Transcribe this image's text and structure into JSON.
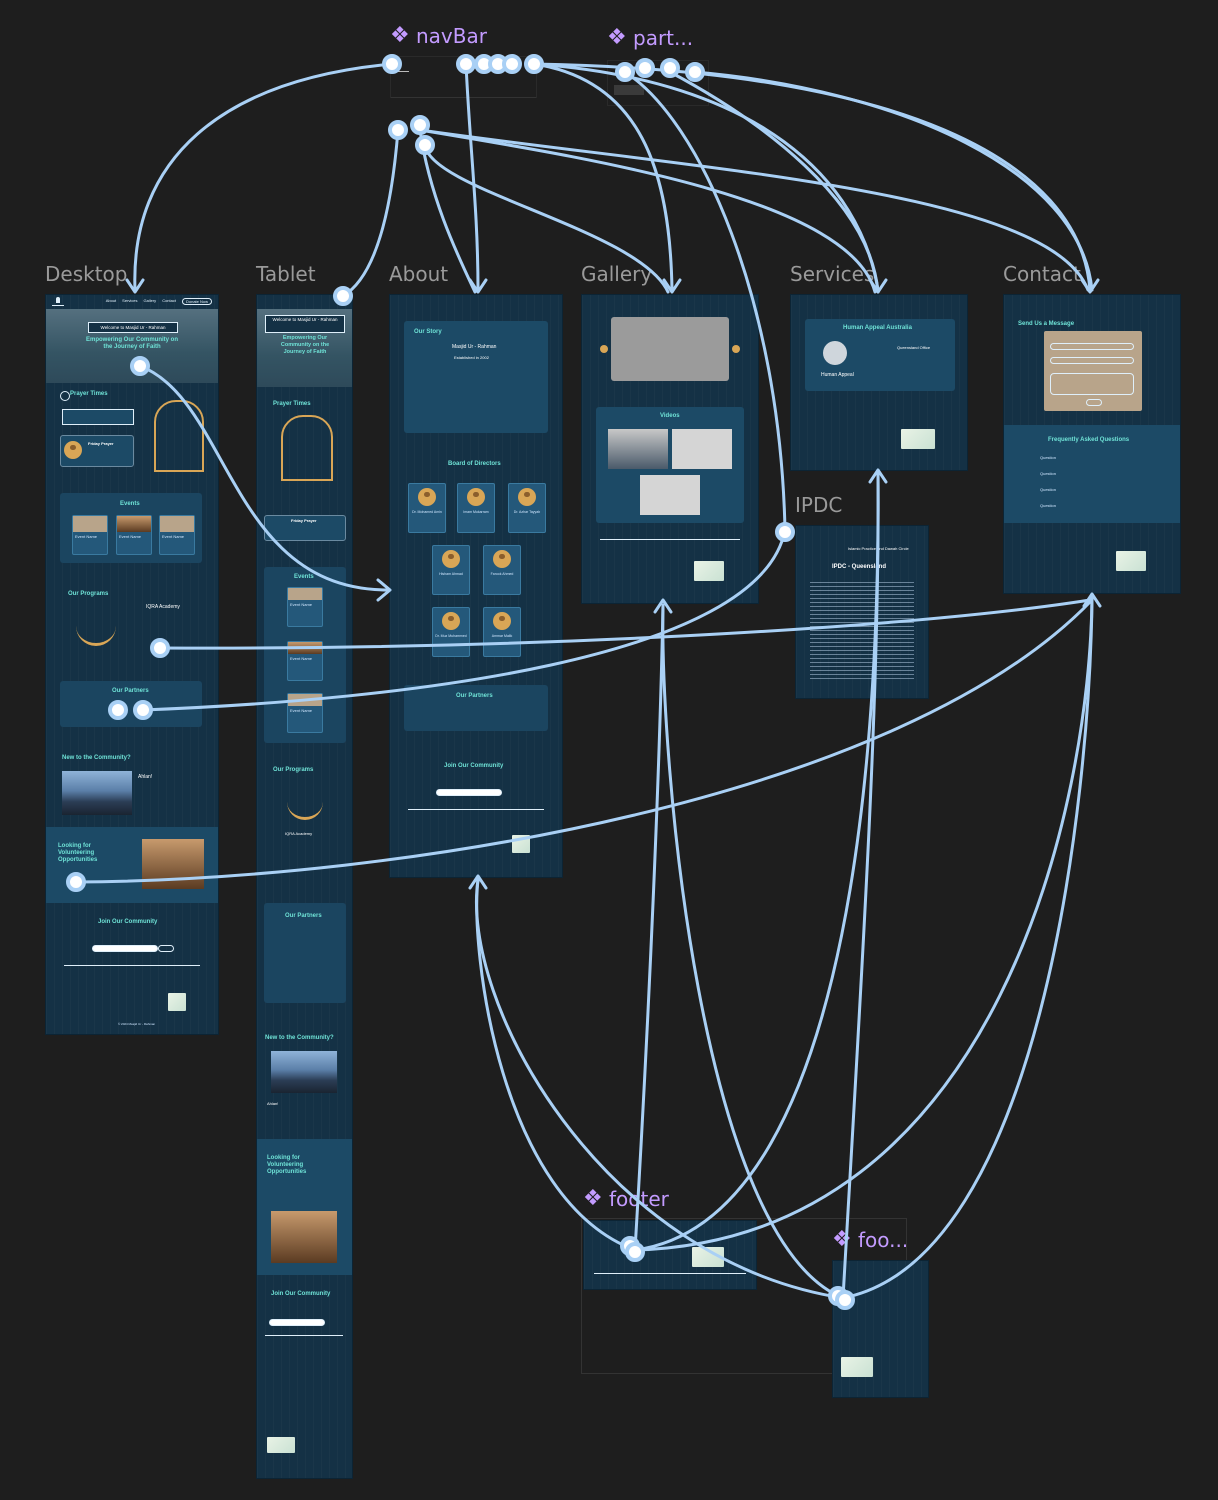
{
  "canvas": {
    "background": "#1e1e1e",
    "link_color": "#a9d0f5",
    "component_color": "#c39bff"
  },
  "frames": {
    "desktop": {
      "label": "Desktop"
    },
    "tablet": {
      "label": "Tablet"
    },
    "about": {
      "label": "About"
    },
    "gallery": {
      "label": "Gallery"
    },
    "services": {
      "label": "Services"
    },
    "contact": {
      "label": "Contact"
    },
    "ipdc": {
      "label": "IPDC"
    }
  },
  "components": {
    "navbar": {
      "label": "navBar"
    },
    "partners": {
      "label": "part..."
    },
    "footer": {
      "label": "footer"
    },
    "footer_mobile": {
      "label": "foo..."
    }
  },
  "desktop": {
    "nav_links": [
      "About",
      "Services",
      "Gallery",
      "Contact"
    ],
    "nav_button": "Donate Now",
    "hero_badge": "Welcome to Masjid Ur - Rahman",
    "hero_title": "Empowering Our Community on the Journey of Faith",
    "prayer_title": "Prayer Times",
    "friday_prayer": "Friday Prayer",
    "events_title": "Events",
    "event_name": "Event Name",
    "programs_title": "Our Programs",
    "iqra": "IQRA Academy",
    "partners_title": "Our Partners",
    "new_title": "New to the Community?",
    "ahlan": "Ahlan!",
    "volunteer_title": "Looking for Volunteering Opportunities",
    "join_title": "Join Our Community",
    "copyright": "© 2024 Masjid Ur - Rahman"
  },
  "tablet": {
    "hero_badge": "Welcome to Masjid Ur - Rahman",
    "hero_title": "Empowering Our Community on the Journey of Faith",
    "prayer_title": "Prayer Times",
    "friday_prayer": "Friday Prayer",
    "events_title": "Events",
    "event_name": "Event Name",
    "programs_title": "Our Programs",
    "iqra": "IQRA Academy",
    "partners_title": "Our Partners",
    "new_title": "New to the Community?",
    "ahlan": "Ahlan!",
    "volunteer_title": "Looking for Volunteering Opportunities",
    "join_title": "Join Our Community"
  },
  "about": {
    "story_title": "Our Story",
    "story_sub": "Masjid Ur - Rahman",
    "established": "Established in 2002",
    "board_title": "Board of Directors",
    "directors": [
      "Dr. Mohamed Amin",
      "Imam Mukarram",
      "Dr. Azhar Tayyab",
      "Hisham Ahmad",
      "Farook Ahmed",
      "Dr. Muz Muhammed",
      "Ammar Malik"
    ],
    "partners_title": "Our Partners",
    "join_title": "Join Our Community"
  },
  "gallery": {
    "videos_title": "Videos"
  },
  "services": {
    "title": "Human Appeal Australia",
    "org": "Human Appeal",
    "office": "Queensland Office"
  },
  "contact": {
    "title": "Send Us a Message",
    "faq_title": "Frequently Asked Questions",
    "faq_items": [
      "Question",
      "Question",
      "Question",
      "Question"
    ]
  },
  "ipdc": {
    "title": "Islamic Practice and Dawah Circle",
    "subtitle": "IPDC - Queensland"
  }
}
